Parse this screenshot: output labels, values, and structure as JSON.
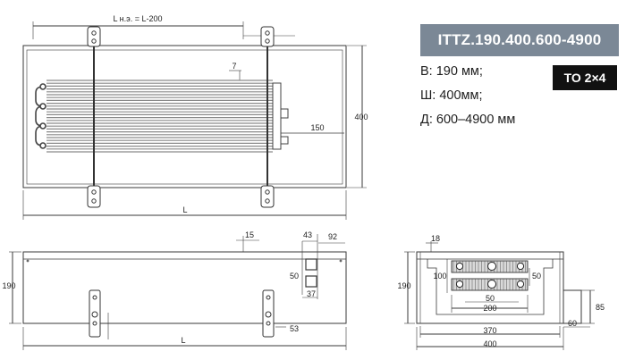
{
  "model": {
    "code": "ITTZ.190.400.600-4900",
    "type_badge": "TO 2×4"
  },
  "specs": {
    "height": "В: 190 мм;",
    "width": "Ш: 400мм;",
    "length": "Д: 600–4900 мм"
  },
  "dimensions": {
    "top": {
      "effective_length": "L н.э. = L-200",
      "fin_pitch": "7",
      "width": "400",
      "connection_offset": "150",
      "length": "L"
    },
    "side": {
      "offset": "15",
      "length": "L",
      "height": "190",
      "pipe_spacing": "43",
      "pipe_offset": "92",
      "pipe_height": "50",
      "pipe_gap": "37",
      "foot_depth": "53"
    },
    "section": {
      "wall": "18",
      "height": "190",
      "block_height": "100",
      "block_offset": "50",
      "block_width": "200",
      "block_center": "50",
      "inner_width": "370",
      "outer_width": "400",
      "support_height": "85",
      "support_width": "60"
    }
  },
  "colors": {
    "badge": "#7b8896",
    "line": "#3a3a3a",
    "fin": "#8a8a8a"
  }
}
